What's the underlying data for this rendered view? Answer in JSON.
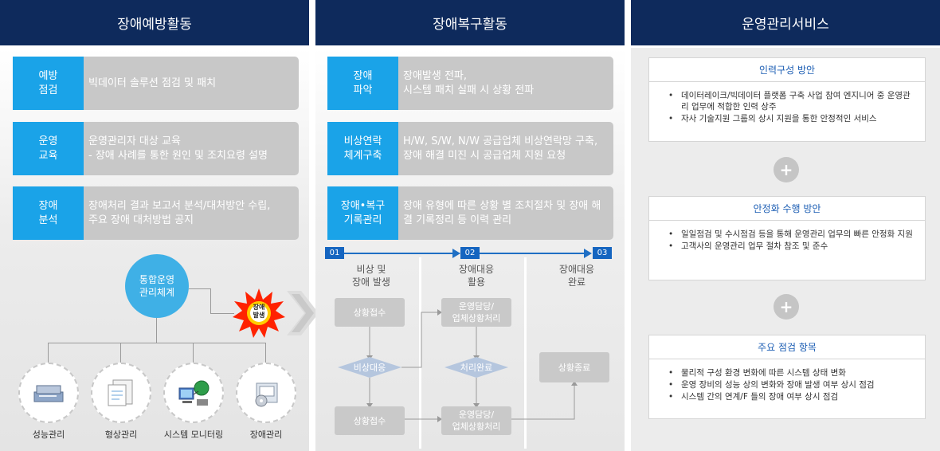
{
  "columns": [
    {
      "title": "장애예방활동",
      "rows": [
        {
          "tag": "예방\n점검",
          "text": "빅데이터 솔루션 점검 및 패치"
        },
        {
          "tag": "운영\n교육",
          "text": "운영관리자 대상 교육\n - 장애 사례를 통한 원인 및 조치요령 설명"
        },
        {
          "tag": "장애\n분석",
          "text": "장애처리 결과 보고서 분석/대처방안 수립,\n주요 장애 대처방법 공지"
        }
      ],
      "hub": "통합운영\n관리체계",
      "fault": "장애\n발생",
      "systems": [
        {
          "label": "성능관리",
          "icon": "server-rack-icon"
        },
        {
          "label": "형상관리",
          "icon": "document-calendar-icon"
        },
        {
          "label": "시스템 모니터링",
          "icon": "network-monitor-icon"
        },
        {
          "label": "장애관리",
          "icon": "disk-box-icon"
        }
      ]
    },
    {
      "title": "장애복구활동",
      "rows": [
        {
          "tag": "장애\n파악",
          "text": "장애발생 전파,\n시스템 패치 실패 시 상황 전파"
        },
        {
          "tag": "비상연락\n체계구축",
          "text": "H/W, S/W, N/W 공급업체 비상연락망 구축,\n장애 해결 미진 시 공급업체 지원 요청"
        },
        {
          "tag": "장애•복구\n기록관리",
          "text": "장애 유형에 따른 상황 별 조치절차 및 장애 해\n결 기록정리 등 이력 관리"
        }
      ],
      "steps": [
        "01",
        "02",
        "03"
      ],
      "phases": [
        "비상 및\n장애 발생",
        "장애대응\n활용",
        "장애대응\n완료"
      ],
      "flow": {
        "receive_top": "상황접수",
        "decision_left": "비상대응",
        "receive_bottom": "상황접수",
        "vendor_top": "운영담당/\n업체상황처리",
        "decision_mid": "처리완료",
        "vendor_bottom": "운영담당/\n업체상황처리",
        "end": "상황종료"
      }
    },
    {
      "title": "운영관리서비스",
      "cards": [
        {
          "title": "인력구성 방안",
          "items": [
            "데이터레이크/빅데이터 플랫폼 구축 사업 참여 엔지니어 중 운영관리 업무에 적합한 인력 상주",
            "자사 기술지원 그룹의 상시 지원을 통한 안정적인 서비스"
          ]
        },
        {
          "title": "안정화 수행 방안",
          "items": [
            "일일점검 및 수시점검 등을 통해 운영관리 업무의 빠른 안정화 지원",
            "고객사의 운영관리 업무 절차 참조 및 준수"
          ]
        },
        {
          "title": "주요 점검 항목",
          "items": [
            "물리적 구성 환경 변화에 따른 시스템 상태 변화",
            "운영 장비의 성능 상의 변화와 장애 발생 여부 상시 점검",
            "시스템 간의 연계/F 들의 장애 여부 상시 점검"
          ]
        }
      ],
      "plus": "+"
    }
  ],
  "colors": {
    "header": "#0e2a5c",
    "tag": "#1aa3e8",
    "card": "#c8c8c8",
    "step": "#1565c0",
    "fault": "#ff2200"
  }
}
